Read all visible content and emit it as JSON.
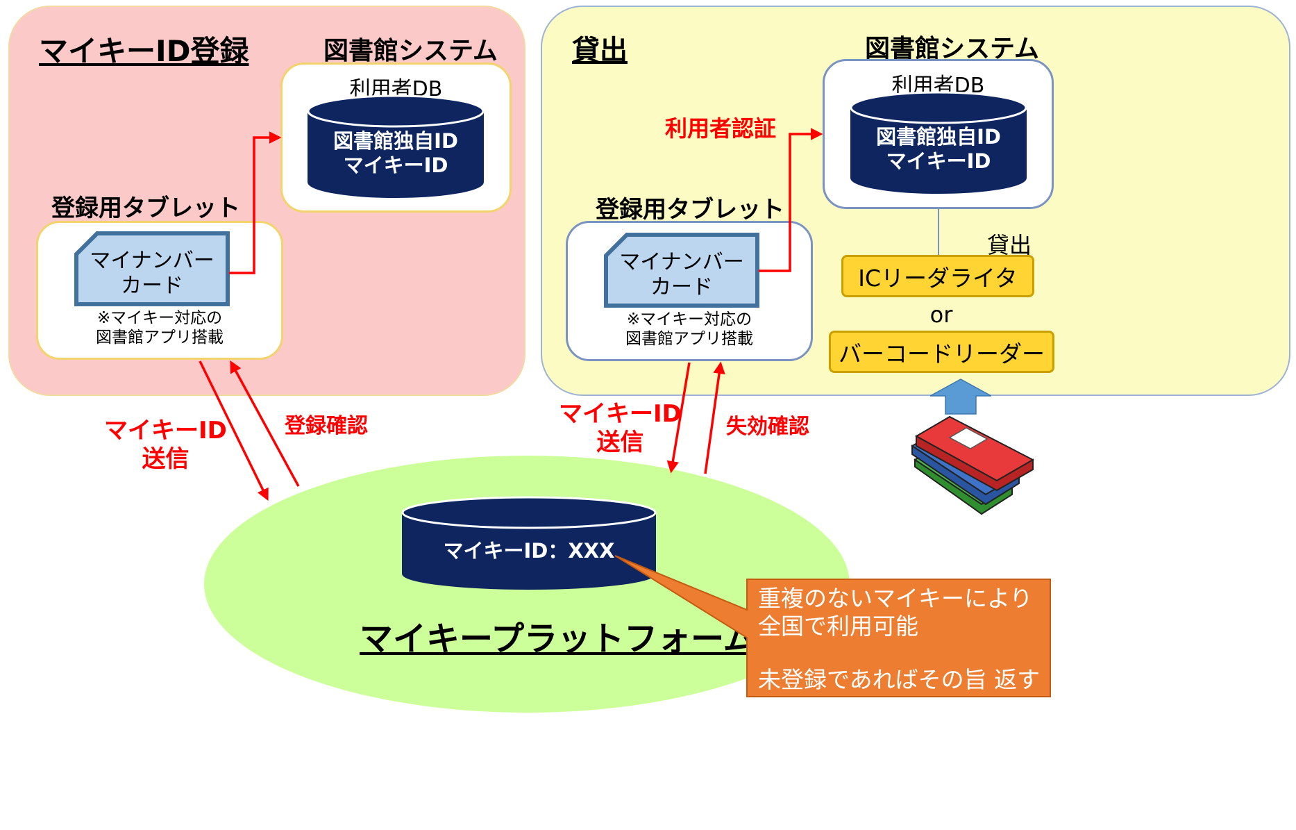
{
  "left_panel": {
    "title": "マイキーID登録",
    "system_label": "図書館システム",
    "db_label": "利用者DB",
    "db_lines": [
      "図書館独自ID",
      "マイキーID"
    ],
    "tablet_label": "登録用タブレット",
    "card_lines": [
      "マイナンバー",
      "カード"
    ],
    "note_lines": [
      "※マイキー対応の",
      "図書館アプリ搭載"
    ]
  },
  "right_panel": {
    "title": "貸出",
    "system_label": "図書館システム",
    "db_label": "利用者DB",
    "db_lines": [
      "図書館独自ID",
      "マイキーID"
    ],
    "auth_label": "利用者認証",
    "tablet_label": "登録用タブレット",
    "card_lines": [
      "マイナンバー",
      "カード"
    ],
    "note_lines": [
      "※マイキー対応の",
      "図書館アプリ搭載"
    ],
    "lend_label": "貸出",
    "ic_reader": "ICリーダライタ",
    "or_text": "or",
    "barcode_reader": "バーコードリーダー"
  },
  "arrows": {
    "send_left": [
      "マイキーID",
      "送信"
    ],
    "confirm_register": "登録確認",
    "send_right": [
      "マイキーID",
      "送信"
    ],
    "confirm_expire": "失効確認"
  },
  "platform": {
    "db_text": "マイキーID：XXX",
    "title": "マイキープラットフォーム"
  },
  "callout": {
    "lines": [
      "重複のないマイキーにより",
      "全国で利用可能",
      "",
      "未登録であればその旨 返す"
    ]
  },
  "colors": {
    "left_panel_bg": "#fcc9c9",
    "right_panel_bg": "#fdfbc4",
    "db_navy": "#0e2560",
    "card_blue": "#bcd6ef",
    "arrow_red": "#ff0000",
    "platform_green": "#ccff99",
    "callout_orange": "#ed7d31",
    "reader_yellow": "#ffd433",
    "up_arrow_blue": "#5b9bd5"
  }
}
